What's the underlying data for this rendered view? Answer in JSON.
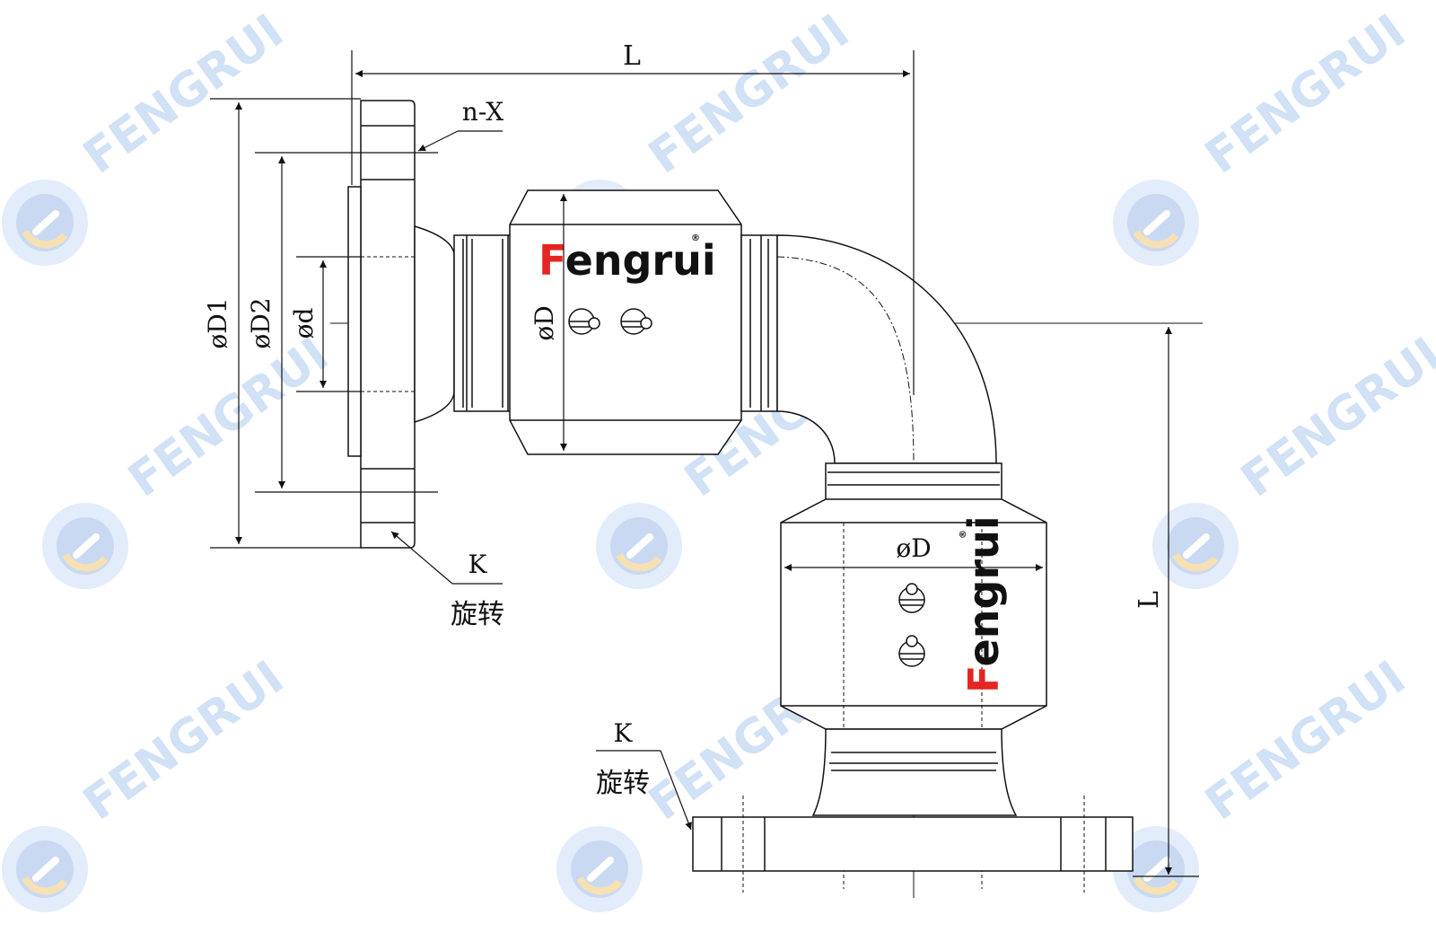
{
  "watermark": {
    "text": "FENGRUI",
    "color": "#c9dcf5",
    "badge_icon": "fengrui-badge-icon"
  },
  "brand": {
    "logo_text": "Fengrui",
    "initial_color": "#e52521",
    "text_color": "#111111",
    "trademark": "®"
  },
  "dimensions": {
    "length_top": "L",
    "length_side": "L",
    "bolt_holes": "n-X",
    "d1": "øD1",
    "d2": "øD2",
    "d_inner": "ød",
    "d_body_upper": "øD",
    "d_body_lower": "øD",
    "rotate_label_letter": "K",
    "rotate_label_text": "旋转"
  },
  "colors": {
    "line": "#111111",
    "background": "#ffffff"
  }
}
